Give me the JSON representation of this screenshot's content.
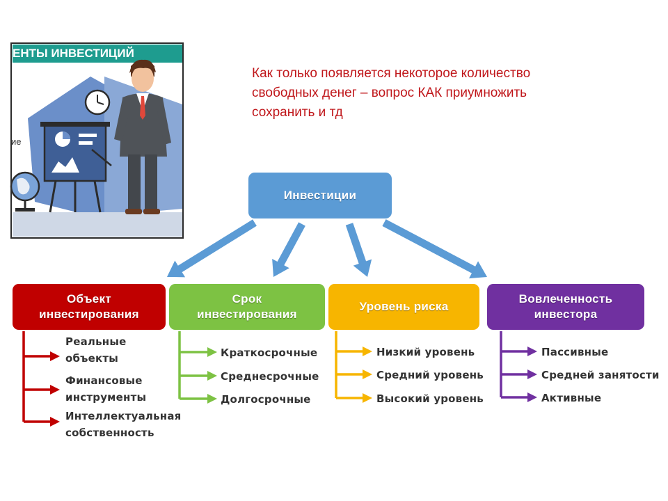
{
  "note": {
    "lines": [
      "Как только появляется некоторое количество",
      "свободных денег – вопрос КАК приумножить",
      "сохранить и тд"
    ],
    "color": "#c0171b"
  },
  "illustration": {
    "banner_text": "ЕНТЫ ИНВЕСТИЦИЙ",
    "side_text": "ие"
  },
  "diagram": {
    "root": {
      "label": "Инвестиции",
      "color": "#5b9bd5"
    },
    "categories": [
      {
        "label_lines": [
          "Объект",
          "инвестирования"
        ],
        "color": "#c00000",
        "items": [
          [
            "Реальные",
            "объекты"
          ],
          [
            "Финансовые",
            "инструменты"
          ],
          [
            "Интеллектуальная",
            "собственность"
          ]
        ]
      },
      {
        "label_lines": [
          "Срок",
          "инвестирования"
        ],
        "color": "#7dc243",
        "items": [
          [
            "Краткосрочные"
          ],
          [
            "Среднесрочные"
          ],
          [
            "Долгосрочные"
          ]
        ]
      },
      {
        "label_lines": [
          "Уровень риска"
        ],
        "color": "#f7b500",
        "items": [
          [
            "Низкий уровень"
          ],
          [
            "Средний уровень"
          ],
          [
            "Высокий уровень"
          ]
        ]
      },
      {
        "label_lines": [
          "Вовлеченность",
          "инвестора"
        ],
        "color": "#7030a0",
        "items": [
          [
            "Пассивные"
          ],
          [
            "Средней занятости"
          ],
          [
            "Активные"
          ]
        ]
      }
    ]
  }
}
